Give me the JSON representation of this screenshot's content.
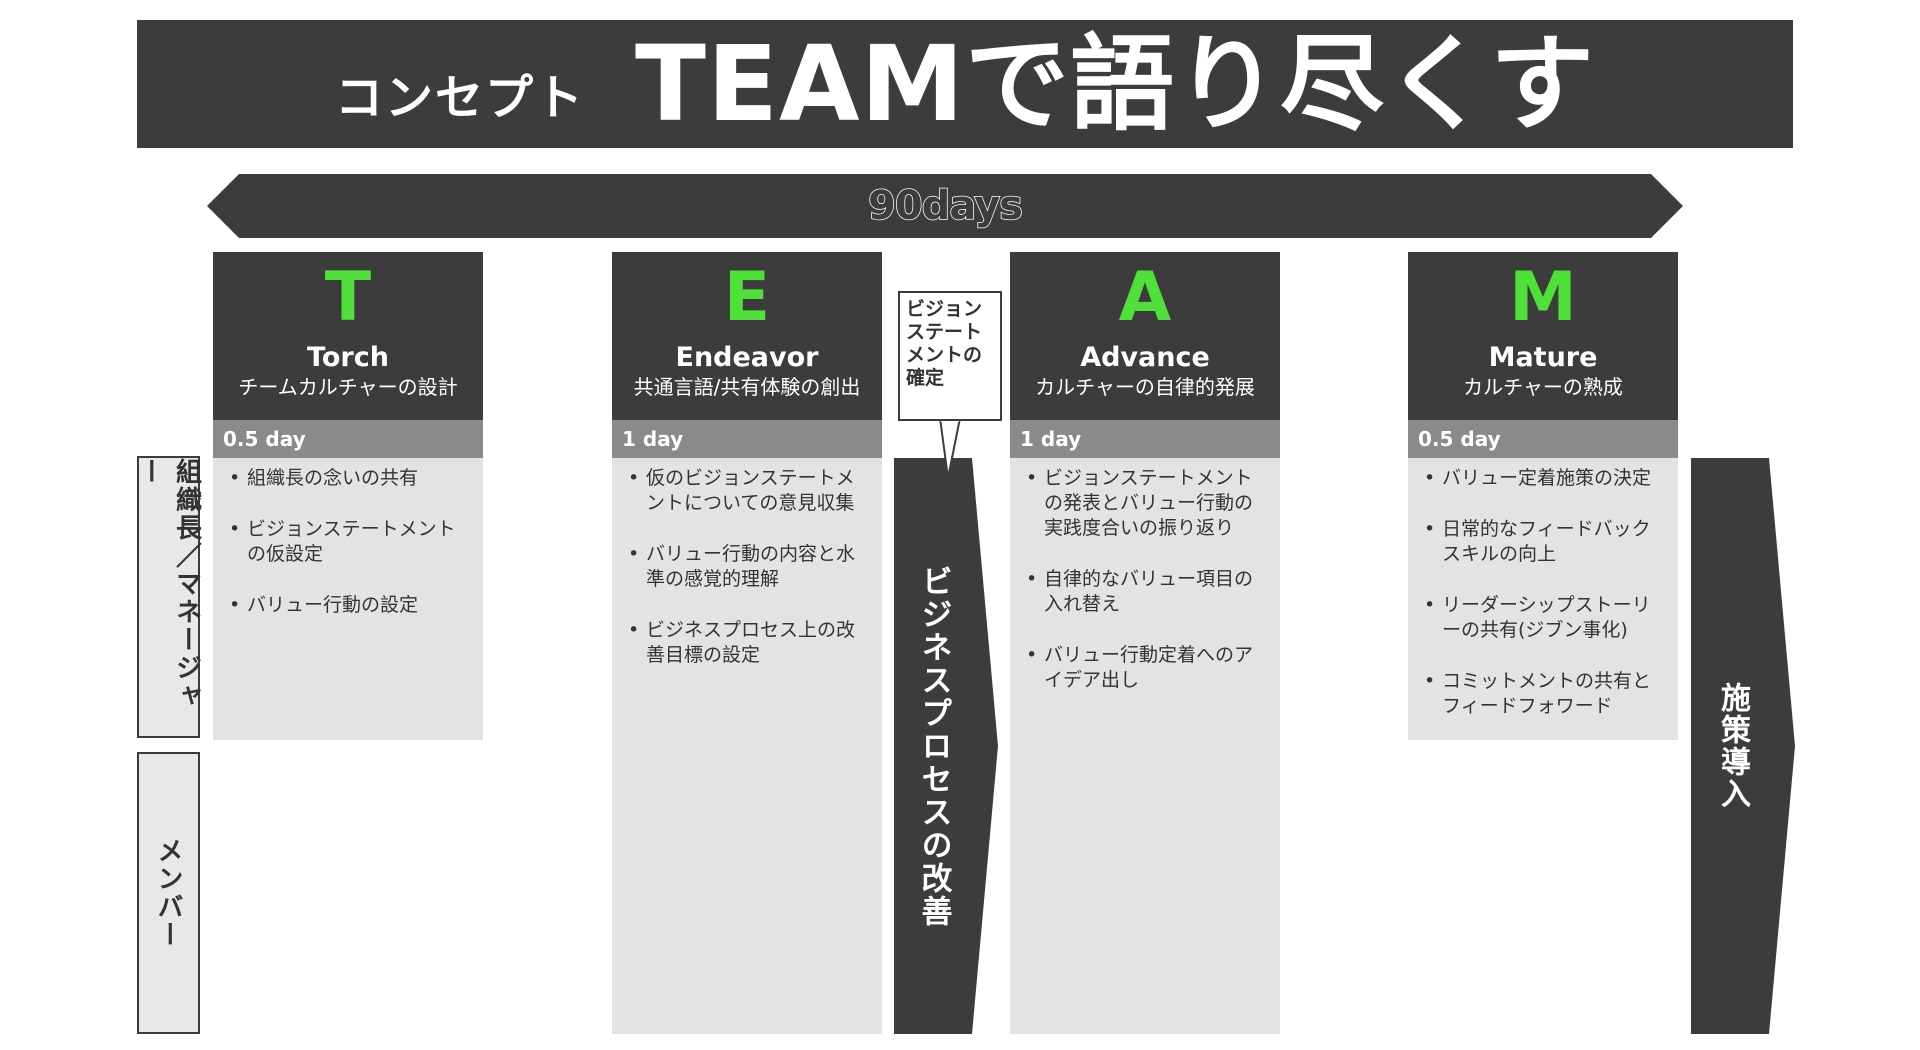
{
  "header": {
    "subtitle": "コンセプト",
    "title": "TEAMで語り尽くす"
  },
  "timeline": {
    "label": "90days"
  },
  "roles": {
    "manager": "組織長／マネージャー",
    "member": "メンバー"
  },
  "phases": [
    {
      "letter": "T",
      "name": "Torch",
      "description": "チームカルチャーの設計",
      "duration": "0.5 day",
      "items": [
        "組織長の念いの共有",
        "ビジョンステートメントの仮設定",
        "バリュー行動の設定"
      ]
    },
    {
      "letter": "E",
      "name": "Endeavor",
      "description": "共通言語/共有体験の創出",
      "duration": "1 day",
      "items": [
        "仮のビジョンステートメントについての意見収集",
        "バリュー行動の内容と水準の感覚的理解",
        "ビジネスプロセス上の改善目標の設定"
      ]
    },
    {
      "letter": "A",
      "name": "Advance",
      "description": "カルチャーの自律的発展",
      "duration": "1 day",
      "items": [
        "ビジョンステートメントの発表とバリュー行動の実践度合いの振り返り",
        "自律的なバリュー項目の入れ替え",
        "バリュー行動定着へのアイデア出し"
      ]
    },
    {
      "letter": "M",
      "name": "Mature",
      "description": "カルチャーの熟成",
      "duration": "0.5 day",
      "items": [
        "バリュー定着施策の決定",
        "日常的なフィードバックスキルの向上",
        "リーダーシップストーリーの共有(ジブン事化)",
        "コミットメントの共有とフィードフォワード"
      ]
    }
  ],
  "callout": {
    "text": "ビジョンステートメントの確定"
  },
  "process_arrow": {
    "label": "ビジネスプロセスの改善"
  },
  "implementation_arrow": {
    "label": "施策導入"
  },
  "colors": {
    "dark": "#3c3c3c",
    "accent_green": "#4fe13a",
    "duration_gray": "#8a8a8a",
    "body_gray": "#e3e3e3"
  }
}
